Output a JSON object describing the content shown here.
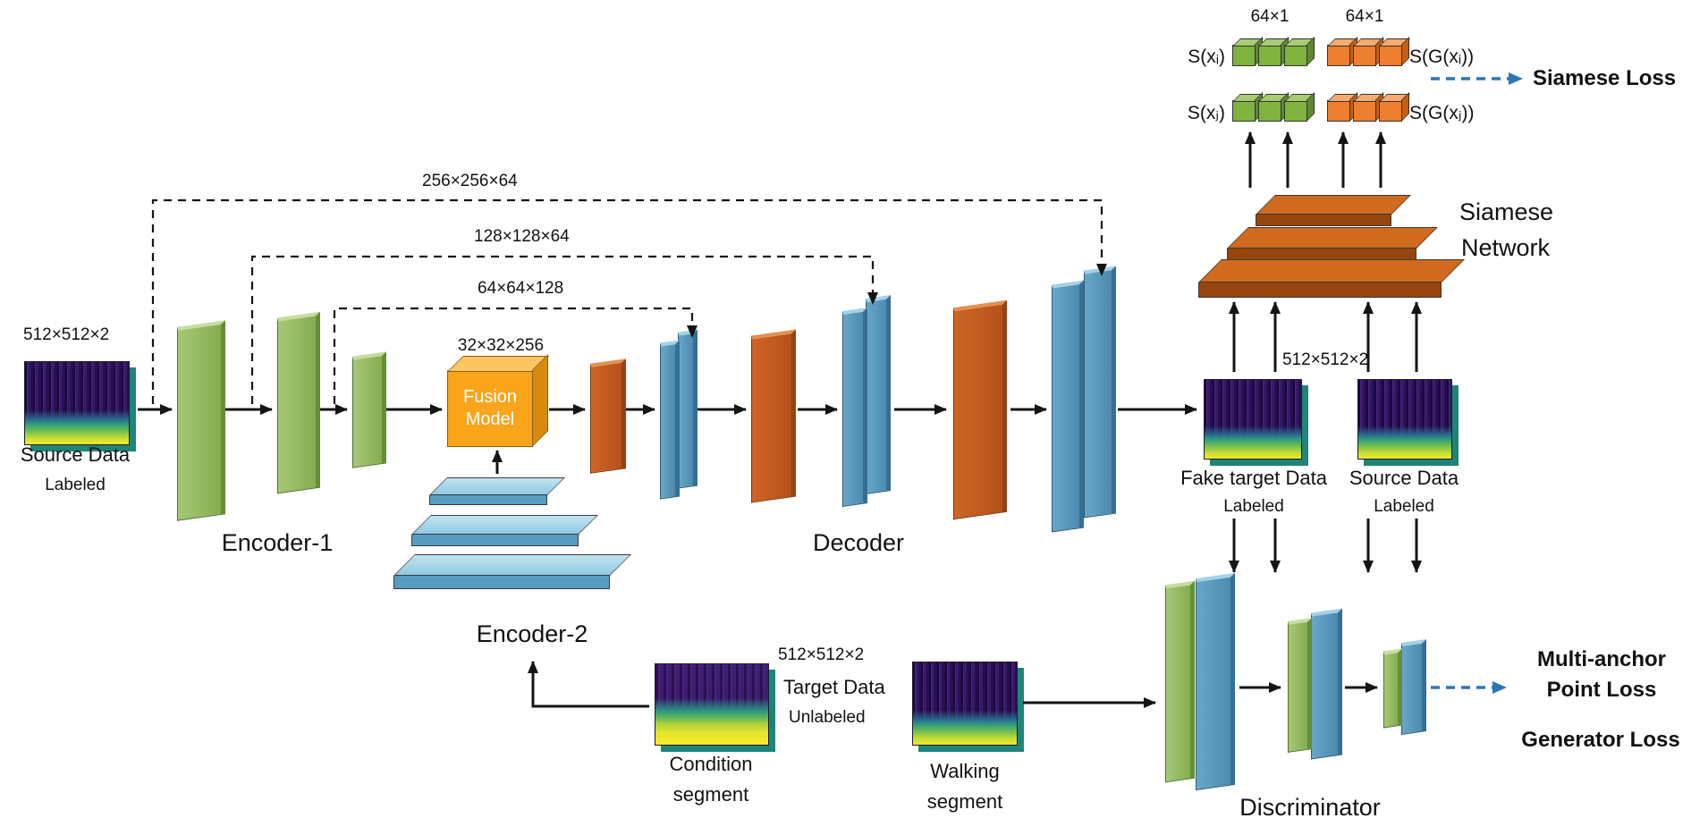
{
  "colors": {
    "encoder_green": "#86ad4f",
    "decoder_blue": "#4c8bb0",
    "decoder_rust": "#b5521a",
    "fusion_orange": "#F9A51B",
    "siamese_rust": "#cf6a1f",
    "cube_green": "#7FB33E",
    "cube_orange": "#EE7E30",
    "loss_arrow_blue": "#2E75B6"
  },
  "source": {
    "dim": "512×512×2",
    "title": "Source Data",
    "subtitle": "Labeled"
  },
  "encoder1": {
    "label": "Encoder-1"
  },
  "skips": {
    "s1": "256×256×64",
    "s2": "128×128×64",
    "s3": "64×64×128"
  },
  "fusion": {
    "dim": "32×32×256",
    "line1": "Fusion",
    "line2": "Model"
  },
  "encoder2": {
    "label": "Encoder-2"
  },
  "decoder": {
    "label": "Decoder"
  },
  "fake_target": {
    "title": "Fake target Data",
    "subtitle": "Labeled"
  },
  "out_dim": "512×512×2",
  "source2": {
    "title": "Source Data",
    "subtitle": "Labeled"
  },
  "siamese": {
    "line1": "Siamese",
    "line2": "Network",
    "dim_left": "64×1",
    "dim_right": "64×1",
    "sxi": "S(xᵢ)",
    "sxj": "S(xⱼ)",
    "sgxi": "S(G(xᵢ))",
    "sgxj": "S(G(xⱼ))",
    "loss": "Siamese Loss"
  },
  "target": {
    "dim": "512×512×2",
    "title": "Target Data",
    "subtitle": "Unlabeled"
  },
  "condition": {
    "line1": "Condition",
    "line2": "segment"
  },
  "walking": {
    "line1": "Walking",
    "line2": "segment"
  },
  "discriminator": {
    "label": "Discriminator",
    "loss1a": "Multi-anchor",
    "loss1b": "Point Loss",
    "loss2": "Generator Loss"
  }
}
